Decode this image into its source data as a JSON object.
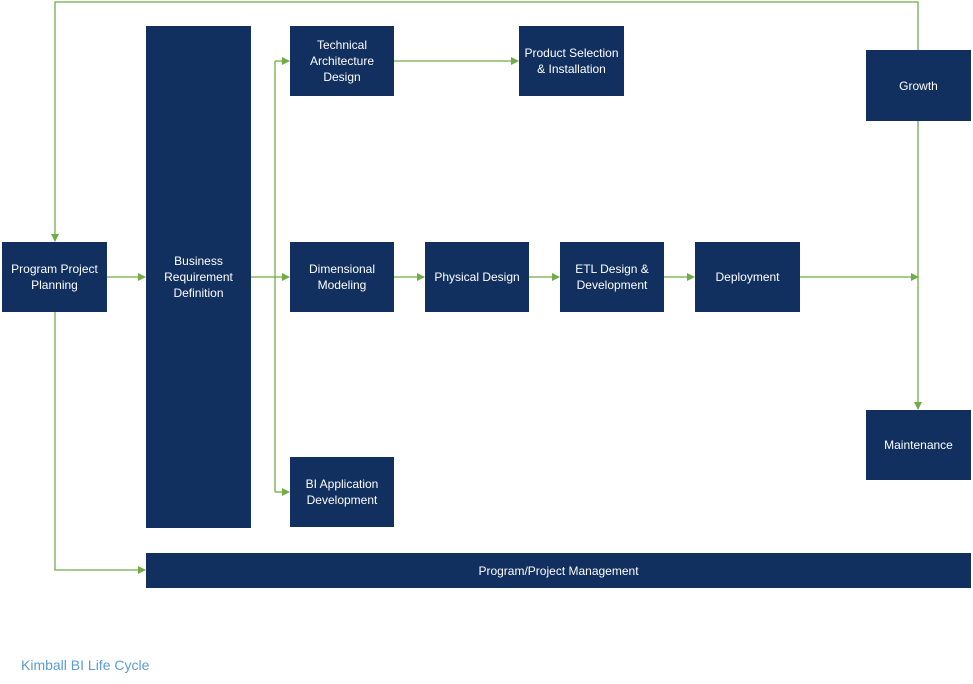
{
  "diagram": {
    "line_color": "#70AD47",
    "box_color": "#112F5F",
    "boxes": {
      "planning": "Program Project\nPlanning",
      "business": "Business\nRequirement\nDefinition",
      "technical": "Technical\nArchitecture\nDesign",
      "product": "Product Selection\n& Installation",
      "growth": "Growth",
      "dimensional": "Dimensional\nModeling",
      "physical": "Physical Design",
      "etl": "ETL Design &\nDevelopment",
      "deployment": "Deployment",
      "maintenance": "Maintenance",
      "bi_app": "BI Application\nDevelopment",
      "management": "Program/Project Management"
    }
  },
  "caption": "Kimball BI Life Cycle"
}
